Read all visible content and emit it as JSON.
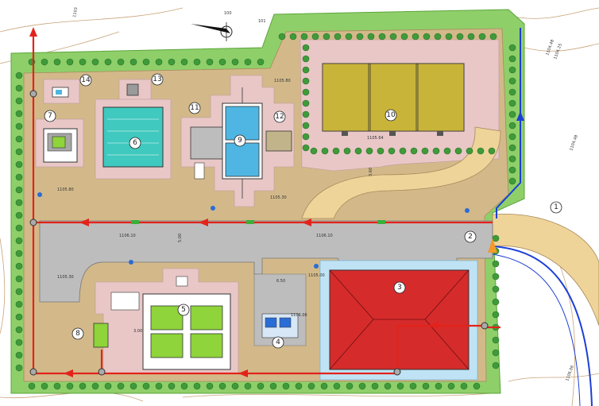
{
  "markers": [
    "1",
    "2",
    "3",
    "4",
    "5",
    "6",
    "7",
    "8",
    "9",
    "10",
    "11",
    "12",
    "13",
    "14"
  ],
  "elevations": {
    "top_right_a": "1104.48",
    "top_right_b": "1104.25",
    "right_side": "1104.48",
    "bottom_right": "1106.06",
    "building_10": "1105.64",
    "near_9": "1105.80",
    "left_area": "1105.80",
    "mid_area": "1105.30",
    "road_left": "1106.10",
    "road_right": "1106.10",
    "road_lower_left": "1105.30",
    "lower_mid": "1105.00",
    "equipment_4": "1106.06"
  },
  "dimensions": {
    "ramp_width": "3.60",
    "road_width": "5.00",
    "lower_span": "6.50",
    "block_5_width": "3.00"
  },
  "top_labels": [
    "1103",
    "100",
    "101"
  ],
  "colors": {
    "landscape": "#8fcf6a",
    "paving": "#d3b98a",
    "pink_hardscape": "#e9c7c7",
    "road": "#bdbdbd",
    "roof": "#d62b2b",
    "tank": "#4fb6e3",
    "tank_green": "#8ed43a",
    "roof_10": "#c9b43a",
    "red_line": "#e3231b",
    "blue_line": "#1d3fd6",
    "access_road": "#efd49a"
  },
  "icons": [
    "north-arrow-icon",
    "tree-icon",
    "manhole-icon"
  ]
}
